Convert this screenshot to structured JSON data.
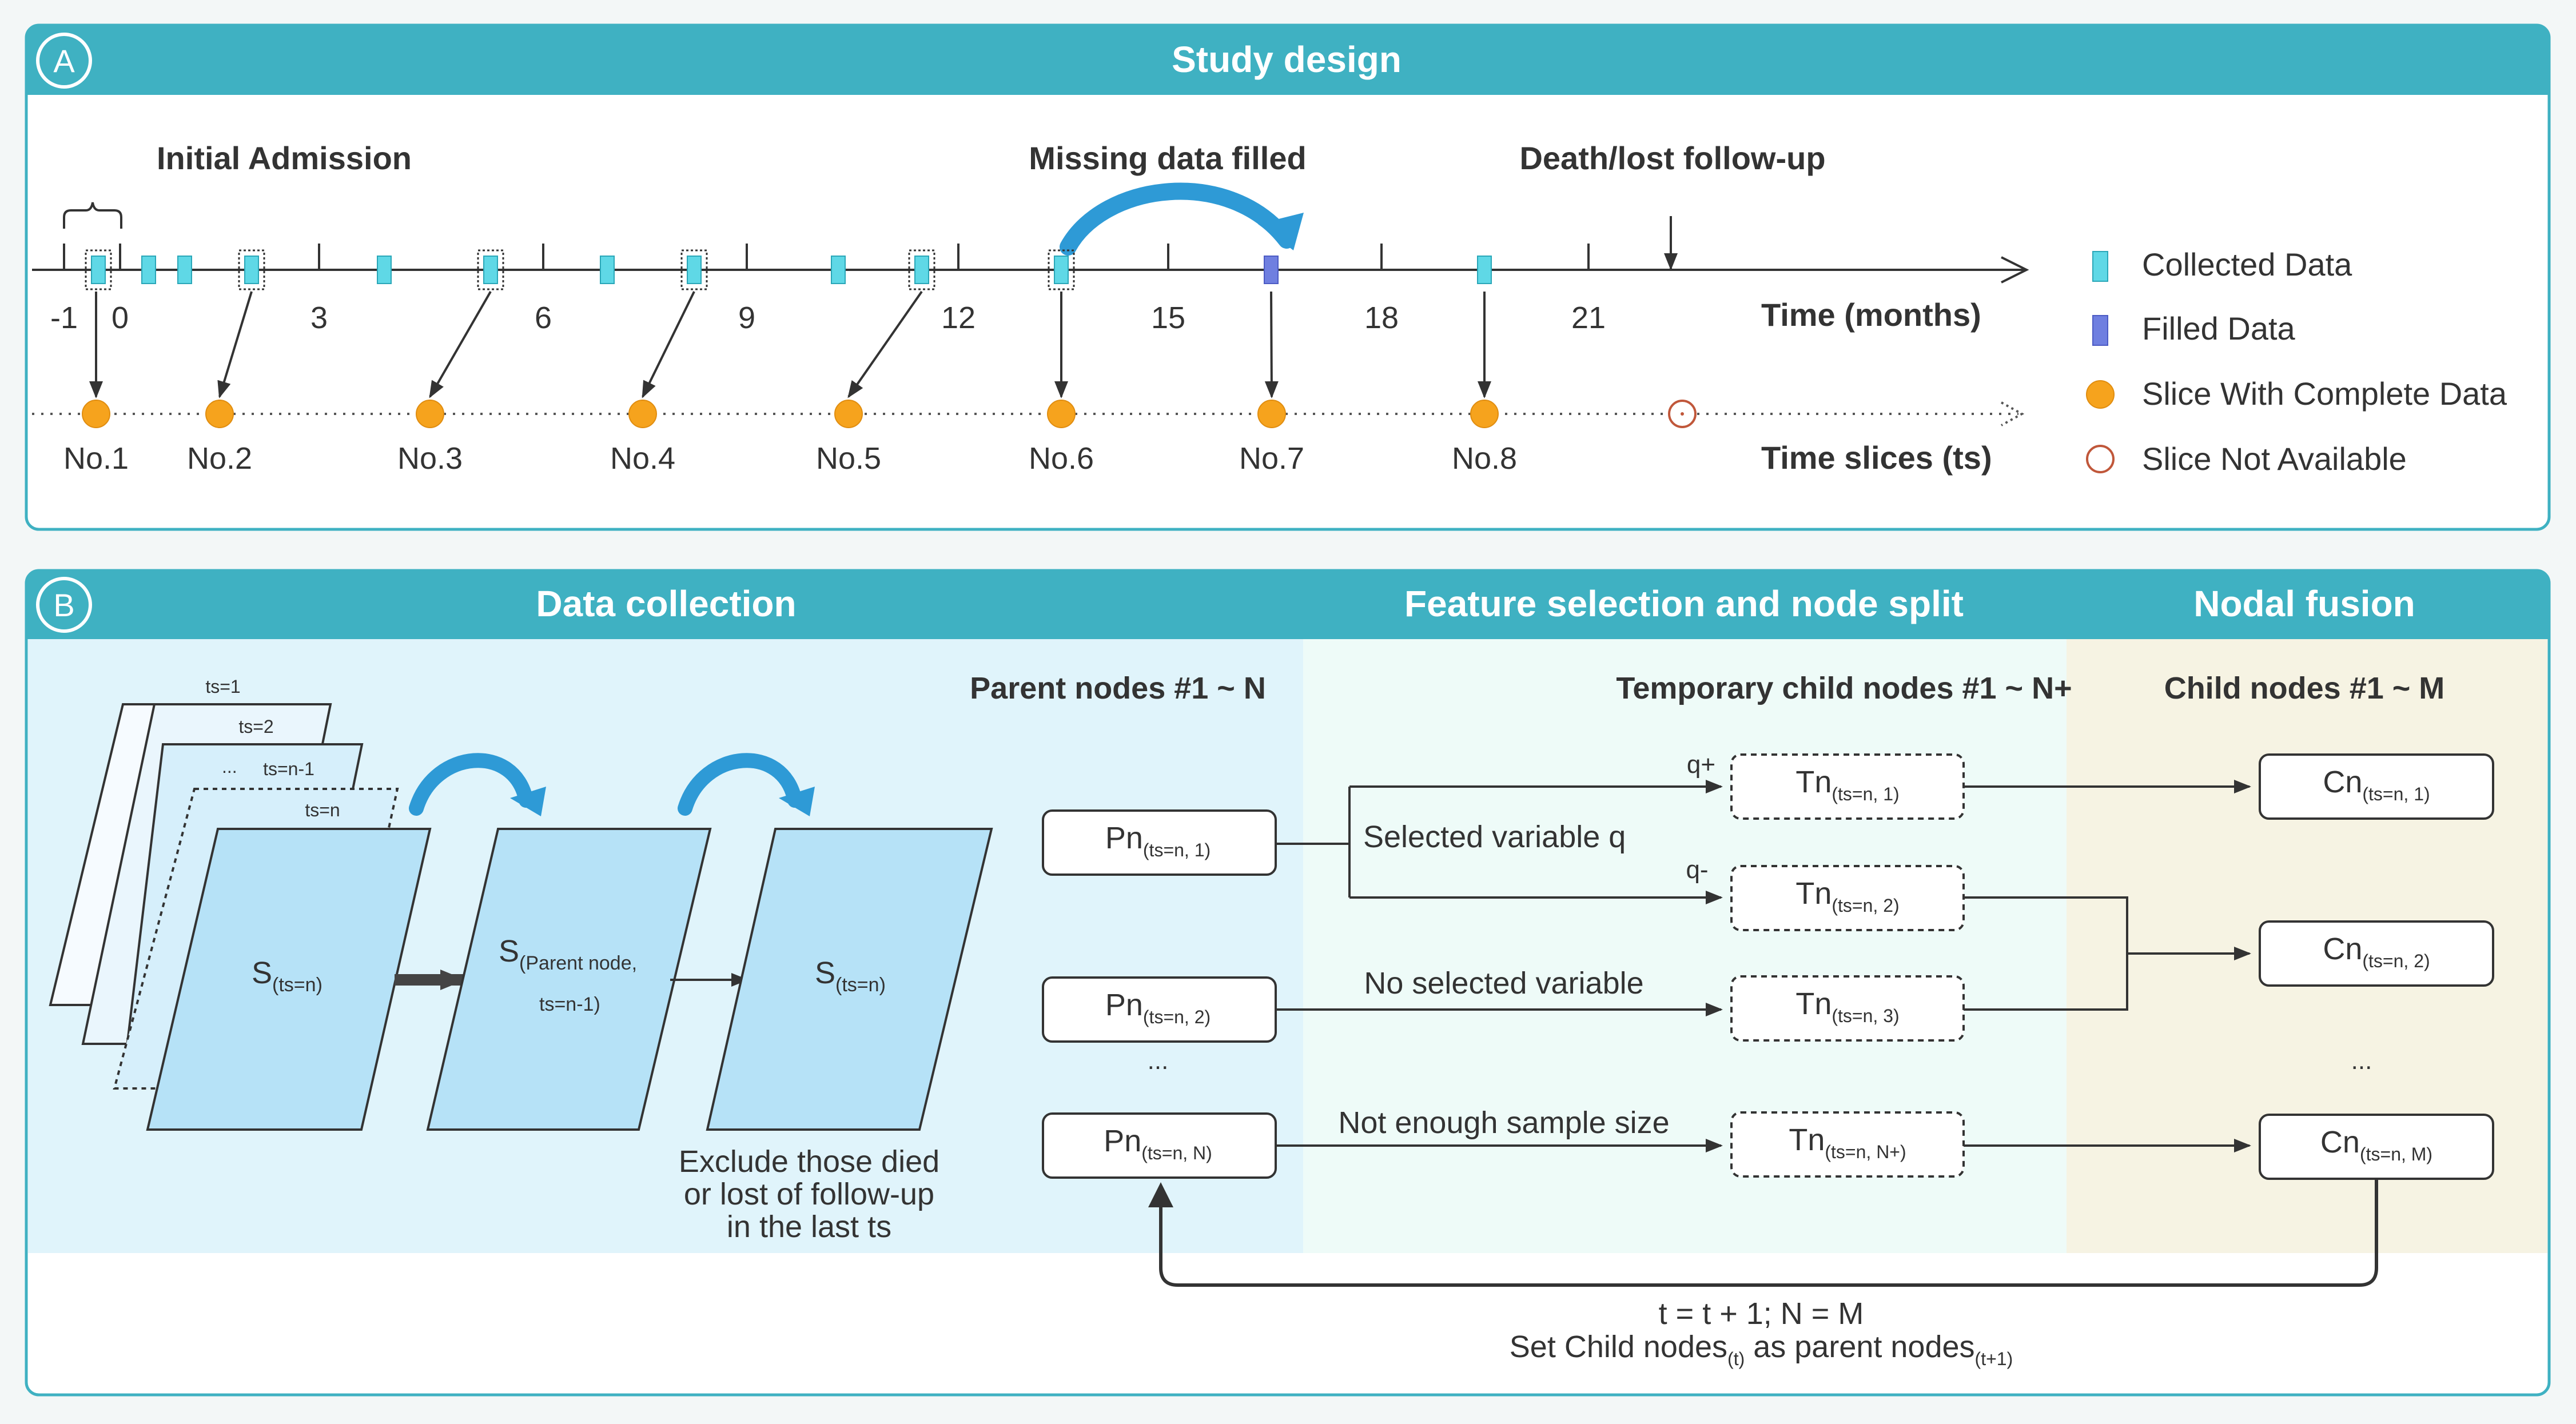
{
  "colors": {
    "header": "#3fb1c2",
    "panel_border": "#3fb1c2",
    "collected": "#5fd8e6",
    "filled": "#6f7fe0",
    "slice": "#f6a31d",
    "not_available": "#c0573a",
    "bg_collection": "#e0f4fb",
    "bg_feature": "#eefbf8",
    "bg_fusion": "#f6f3e3",
    "sheet": "#b6e2f7",
    "arrow_blue": "#2e9ad6"
  },
  "panel_a": {
    "badge": "A",
    "title": "Study design",
    "labels": {
      "initial_admission": "Initial Admission",
      "missing_filled": "Missing data filled",
      "death": "Death/lost follow-up"
    },
    "time_axis_label": "Time (months)",
    "ts_axis_label": "Time slices (ts)",
    "ticks": [
      "-1",
      "0",
      "3",
      "6",
      "9",
      "12",
      "15",
      "18",
      "21"
    ],
    "slices": [
      "No.1",
      "No.2",
      "No.3",
      "No.4",
      "No.5",
      "No.6",
      "No.7",
      "No.8"
    ],
    "legend": [
      {
        "label": "Collected Data",
        "shape": "collected-rect"
      },
      {
        "label": "Filled Data",
        "shape": "filled-rect"
      },
      {
        "label": "Slice With Complete Data",
        "shape": "orange-circle"
      },
      {
        "label": "Slice Not Available",
        "shape": "hollow-circle"
      }
    ]
  },
  "panel_b": {
    "badge": "B",
    "sections": [
      "Data collection",
      "Feature selection and node split",
      "Nodal fusion"
    ],
    "subheads": {
      "parent": "Parent nodes #1 ~ N",
      "temp": "Temporary child nodes #1 ~ N+",
      "child": "Child nodes #1 ~ M"
    },
    "stack_labels": [
      "ts=1",
      "ts=2",
      "ts=n-1",
      "ts=n"
    ],
    "sheet_main": {
      "base": "S",
      "sub": "(ts=n)"
    },
    "sheet_parent": {
      "base": "S",
      "sub1": "(Parent node,",
      "sub2": "ts=n-1)"
    },
    "sheet_result": {
      "base": "S",
      "sub": "(ts=n)"
    },
    "exclude_text": [
      "Exclude those died",
      "or lost of follow-up",
      "in the last ts"
    ],
    "parent_nodes": [
      {
        "base": "Pn",
        "sub": "(ts=n, 1)"
      },
      {
        "base": "Pn",
        "sub": "(ts=n, 2)"
      },
      {
        "base": "Pn",
        "sub": "(ts=n, N)"
      }
    ],
    "temp_nodes": [
      {
        "base": "Tn",
        "sub": "(ts=n, 1)"
      },
      {
        "base": "Tn",
        "sub": "(ts=n, 2)"
      },
      {
        "base": "Tn",
        "sub": "(ts=n, 3)"
      },
      {
        "base": "Tn",
        "sub": "(ts=n, N+)"
      }
    ],
    "child_nodes": [
      {
        "base": "Cn",
        "sub": "(ts=n, 1)"
      },
      {
        "base": "Cn",
        "sub": "(ts=n, 2)"
      },
      {
        "base": "Cn",
        "sub": "(ts=n, M)"
      }
    ],
    "ellipsis": "...",
    "edge_labels": {
      "selected": "Selected variable q",
      "q_plus": "q+",
      "q_minus": "q-",
      "none": "No selected variable",
      "small": "Not enough sample size"
    },
    "loop_line1": "t = t + 1; N = M",
    "loop_line2": {
      "pre": "Set Child nodes",
      "sub1": "(t)",
      "mid": " as parent nodes",
      "sub2": "(t+1)"
    }
  }
}
